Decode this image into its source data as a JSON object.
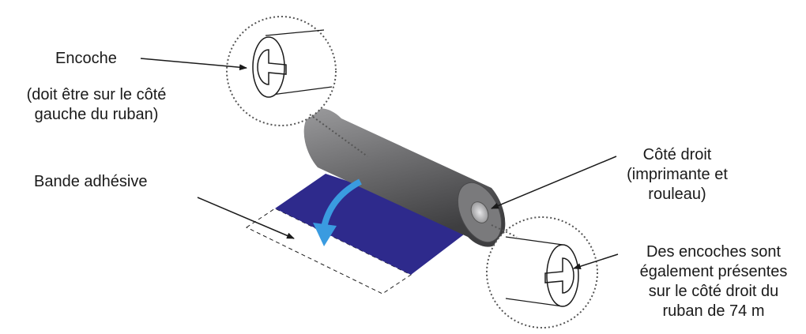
{
  "labels": {
    "notch": "Encoche",
    "notch_note_line1": "(doit être sur le côté",
    "notch_note_line2": "gauche du ruban)",
    "adhesive": "Bande adhésive",
    "right_side_line1": "Côté droit",
    "right_side_line2": "(imprimante et",
    "right_side_line3": "rouleau)",
    "right_notches_line1": "Des encoches sont",
    "right_notches_line2": "également présentes",
    "right_notches_line3": "sur le côté droit du",
    "right_notches_line4": "ruban de 74 m"
  },
  "colors": {
    "ribbon": "#2e2a8c",
    "roll": "#6c6c6e",
    "arrow": "#3a9be0",
    "line": "#1a1a1a"
  }
}
